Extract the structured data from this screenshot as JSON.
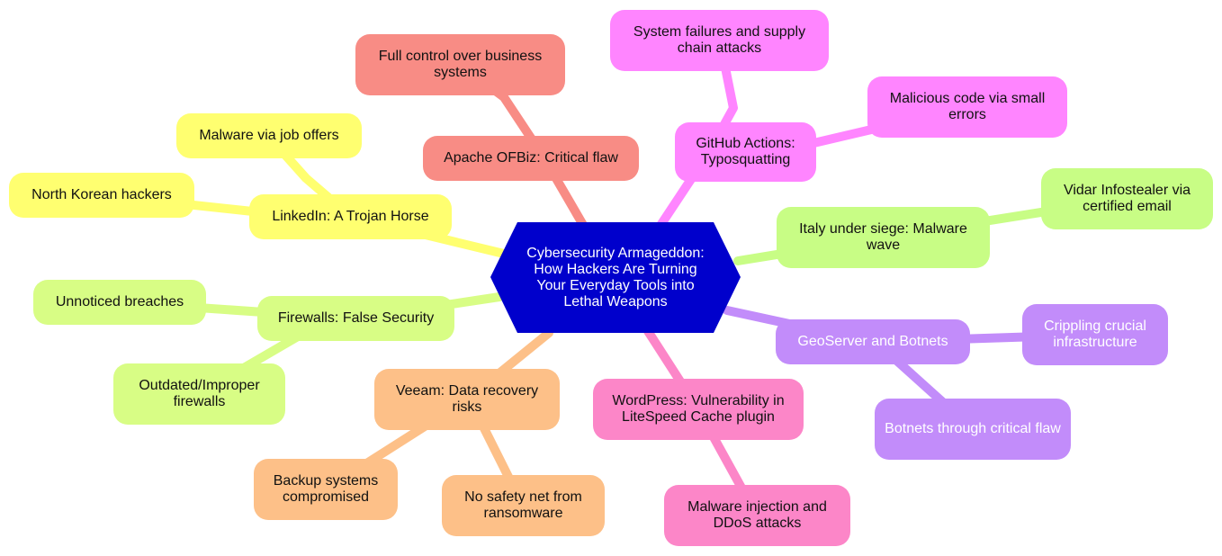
{
  "center": {
    "text": "Cybersecurity Armageddon: How Hackers Are Turning Your Everyday Tools into Lethal Weapons",
    "color": "#0000cc"
  },
  "branches": [
    {
      "id": "apache",
      "text": "Apache OFBiz: Critical flaw",
      "color": "#f88c85",
      "children": [
        {
          "id": "apache-c1",
          "text": "Full control over business systems"
        }
      ]
    },
    {
      "id": "github",
      "text": "GitHub Actions: Typosquatting",
      "color": "#ff85ff",
      "children": [
        {
          "id": "github-c1",
          "text": "System failures and supply chain attacks"
        },
        {
          "id": "github-c2",
          "text": "Malicious code via small errors"
        }
      ]
    },
    {
      "id": "linkedin",
      "text": "LinkedIn: A Trojan Horse",
      "color": "#ffff70",
      "children": [
        {
          "id": "linkedin-c1",
          "text": "Malware via job offers"
        },
        {
          "id": "linkedin-c2",
          "text": "North Korean hackers"
        }
      ]
    },
    {
      "id": "italy",
      "text": "Italy under siege: Malware wave",
      "color": "#c8fd85",
      "children": [
        {
          "id": "italy-c1",
          "text": "Vidar Infostealer via certified email"
        }
      ]
    },
    {
      "id": "firewalls",
      "text": "Firewalls: False Security",
      "color": "#d8fd85",
      "children": [
        {
          "id": "firewalls-c1",
          "text": "Unnoticed breaches"
        },
        {
          "id": "firewalls-c2",
          "text": "Outdated/Improper firewalls"
        }
      ]
    },
    {
      "id": "geoserver",
      "text": "GeoServer and Botnets",
      "color": "#c28cfa",
      "light_text": true,
      "children": [
        {
          "id": "geoserver-c1",
          "text": "Crippling crucial infrastructure"
        },
        {
          "id": "geoserver-c2",
          "text": "Botnets through critical flaw"
        }
      ]
    },
    {
      "id": "veeam",
      "text": "Veeam: Data recovery risks",
      "color": "#fdc088",
      "children": [
        {
          "id": "veeam-c1",
          "text": "Backup systems compromised"
        },
        {
          "id": "veeam-c2",
          "text": "No safety net from ransomware"
        }
      ]
    },
    {
      "id": "wordpress",
      "text": "WordPress: Vulnerability in LiteSpeed Cache plugin",
      "color": "#fc86c8",
      "children": [
        {
          "id": "wordpress-c1",
          "text": "Malware injection and DDoS attacks"
        }
      ]
    }
  ]
}
